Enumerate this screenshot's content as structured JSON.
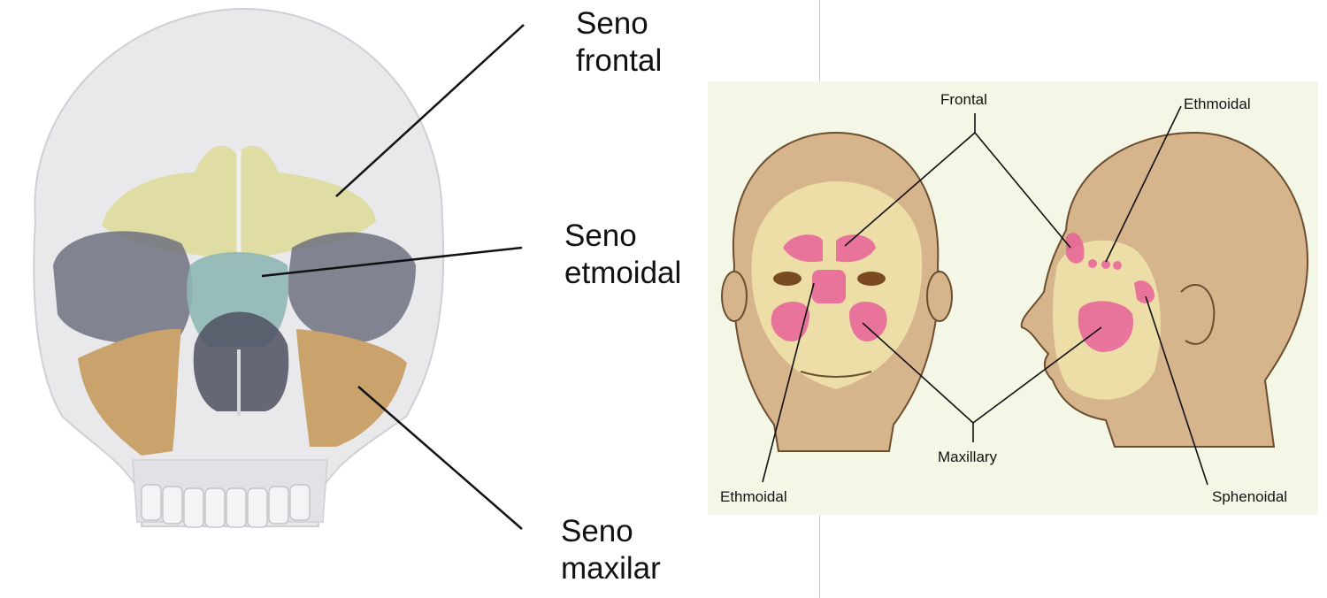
{
  "left_panel": {
    "labels": [
      {
        "line1": "Seno",
        "line2": "frontal"
      },
      {
        "line1": "Seno",
        "line2": "etmoidal"
      },
      {
        "line1": "Seno",
        "line2": "maxilar"
      }
    ]
  },
  "right_panel": {
    "labels": {
      "frontal": "Frontal",
      "ethmoidal_top": "Ethmoidal",
      "ethmoidal_bottom": "Ethmoidal",
      "maxillary": "Maxillary",
      "sphenoidal": "Sphenoidal"
    }
  },
  "colors": {
    "skull": "#e9e9ec",
    "frontal_sinus": "#dedba0",
    "ethmoid_sinus": "#8fb7b5",
    "maxillary_sinus": "#c9a36b",
    "orbit": "#6f7180",
    "skin": "#d6b48c",
    "sinus_pink": "#e8629a",
    "panel_bg": "#f5f7e6"
  }
}
